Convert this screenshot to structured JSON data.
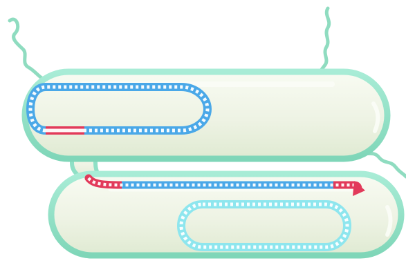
{
  "colors": {
    "background": "#ffffff",
    "cell_body_fill": "#eef4e6",
    "cell_body_highlight": "#fbfdf7",
    "cell_membrane": "#8fe0c6",
    "cell_membrane_dark": "#6fcfae",
    "flagellum": "#8fdcc0",
    "dna_donor": "#4aa8e8",
    "dna_recipient_plasmid": "#8ee6ee",
    "dna_transfer_leading": "#e23a5a",
    "dna_bead": "#ffffff"
  },
  "icons": {
    "donor_cell": "bacterium-capsule",
    "recipient_cell": "bacterium-capsule",
    "pilus": "conjugation-bridge",
    "plasmid": "circular-dna",
    "transfer_direction": "arrowhead"
  }
}
